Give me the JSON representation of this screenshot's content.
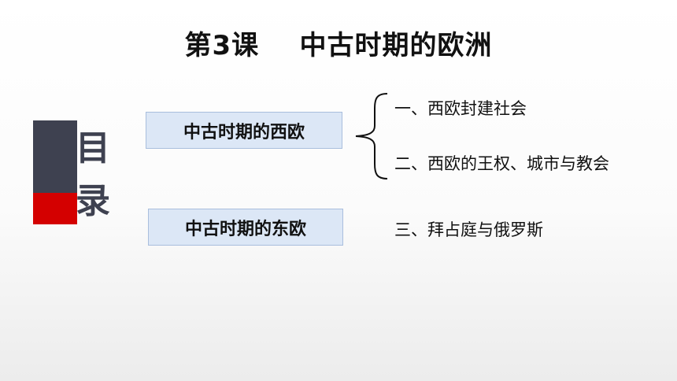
{
  "title": "第3课    中古时期的欧洲",
  "contents_label": [
    "目",
    "录"
  ],
  "sections": [
    {
      "label": "中古时期的西欧"
    },
    {
      "label": "中古时期的东欧"
    }
  ],
  "items": [
    "一、西欧封建社会",
    "二、西欧的王权、城市与教会",
    "三、拜占庭与俄罗斯"
  ],
  "colors": {
    "accent_dark": "#3e4150",
    "accent_red": "#d40000",
    "box_fill": "#dce7f6",
    "box_border": "#a9bedd"
  }
}
